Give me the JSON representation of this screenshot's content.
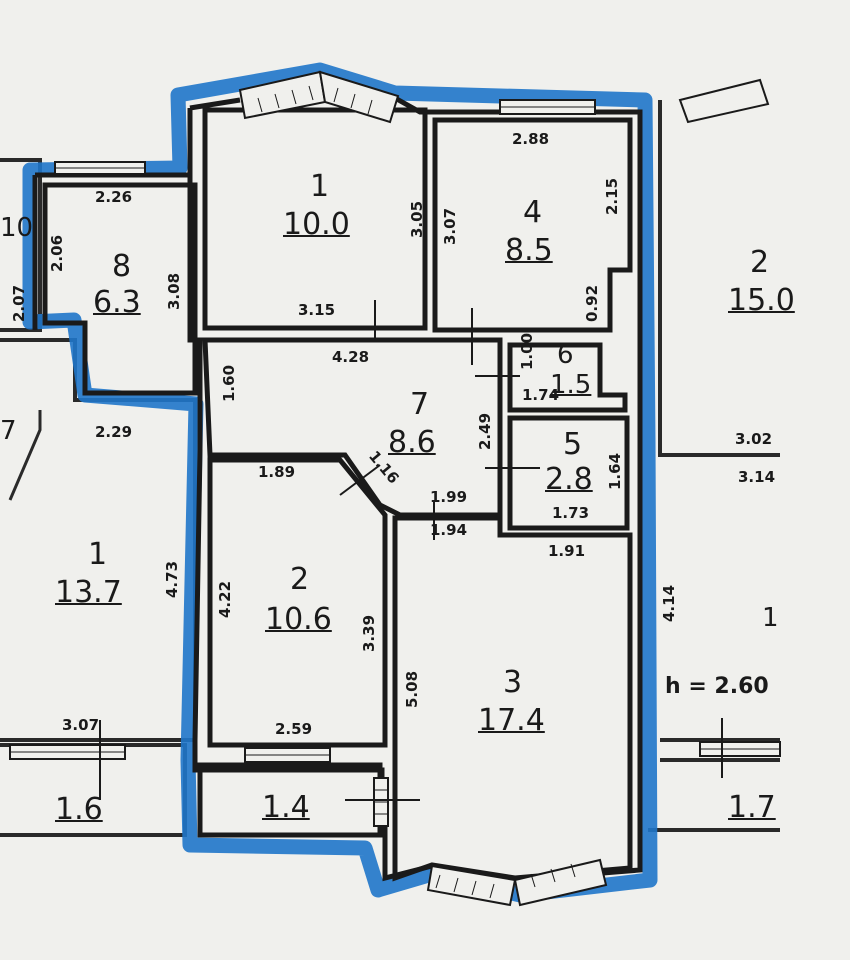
{
  "rooms": [
    {
      "number": "1",
      "area": "10.0"
    },
    {
      "number": "4",
      "area": "8.5"
    },
    {
      "number": "8",
      "area": "6.3"
    },
    {
      "number": "7",
      "area": "8.6"
    },
    {
      "number": "6",
      "area": "1.5"
    },
    {
      "number": "5",
      "area": "2.8"
    },
    {
      "number": "2",
      "area": "10.6"
    },
    {
      "number": "3",
      "area": "17.4"
    },
    {
      "area": "1.4"
    }
  ],
  "neighbor_rooms": [
    {
      "number": "1",
      "area": "13.7"
    },
    {
      "number": "2",
      "area": "15.0"
    },
    {
      "area": "1.6"
    },
    {
      "area": "1.7"
    },
    {
      "number": "10"
    },
    {
      "number": "7"
    },
    {
      "number": "1"
    }
  ],
  "dimensions": {
    "r1_height": "3.05",
    "r1_width": "3.15",
    "r4_width": "2.88",
    "r4_left": "3.07",
    "r4_right": "2.15",
    "r4_lower": "0.92",
    "r8_width": "2.26",
    "r8_height": "3.08",
    "r8_left_upper": "2.06",
    "r8_left_lower": "2.07",
    "r7_width": "4.28",
    "r7_height": "1.60",
    "r7_right": "2.49",
    "r7_diag": "1.16",
    "r6_top": "1.00",
    "r6_width": "1.74",
    "r5_height": "1.64",
    "r5_width": "1.73",
    "r2_top": "1.89",
    "r2_left": "4.22",
    "r2_right": "3.39",
    "r2_bottom": "2.59",
    "r3_top": "1.91",
    "r3_left": "5.08",
    "r3_top_a": "1.99",
    "r3_top_b": "1.94",
    "n1_width": "2.29",
    "n1_height": "4.73",
    "n1_bottom": "3.07",
    "n2_a": "3.02",
    "n2_b": "3.14",
    "n2_height": "4.14"
  },
  "ceiling_height": "h = 2.60",
  "colors": {
    "wall": "#1a1a1a",
    "highlight": "#1f75c9",
    "paper": "#f0f0ed"
  }
}
